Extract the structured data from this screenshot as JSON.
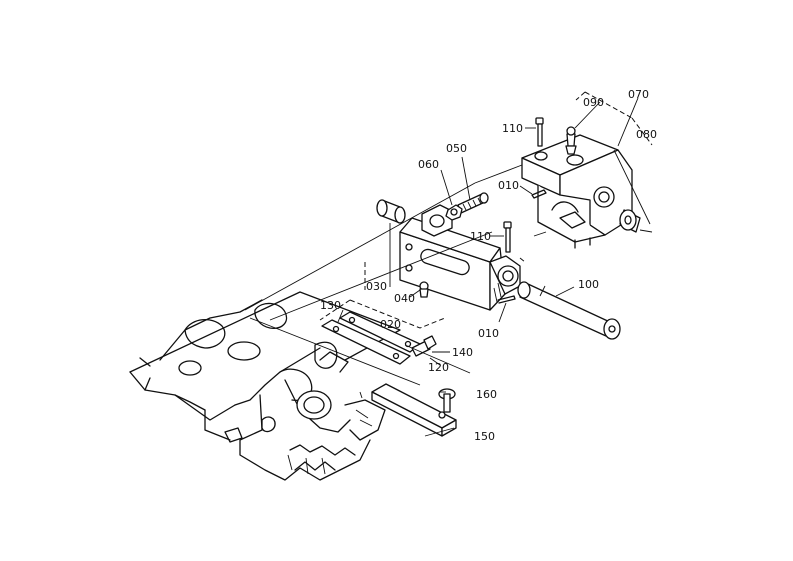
{
  "callouts": {
    "c010a": "010",
    "c010b": "010",
    "c020": "020",
    "c030": "030",
    "c040": "040",
    "c050": "050",
    "c060": "060",
    "c070": "070",
    "c080": "080",
    "c090": "090",
    "c100": "100",
    "c110a": "110",
    "c110b": "110",
    "c120": "120",
    "c130": "130",
    "c140": "140",
    "c150": "150",
    "c160": "160"
  }
}
